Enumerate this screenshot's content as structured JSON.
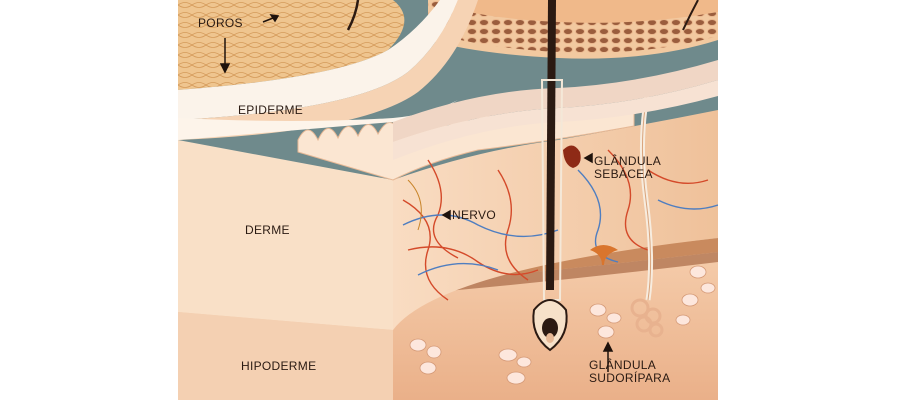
{
  "figure": {
    "labels": {
      "poros": "POROS",
      "epiderme": "EPIDERME",
      "derme": "DERME",
      "hipoderme": "HIPODERME",
      "nervo": "NERVO",
      "glandula_sebacea": [
        "GLÂNDULA",
        "SEBÁCEA"
      ],
      "glandula_sudoripara": [
        "GLÂNDULA",
        "SUDORÍPARA"
      ]
    },
    "colors": {
      "background_slate": "#6f8a8c",
      "skin_surface": "#efc58f",
      "dermis": "#f3c79f",
      "dermis_side": "#f7d6b8",
      "hypodermis": "#f1b58b",
      "fat_cells": "#fde7dd",
      "blood_vessel_red": "#d44a2a",
      "blood_vessel_blue": "#4f7ec0",
      "hair": "#2b1a12"
    }
  }
}
